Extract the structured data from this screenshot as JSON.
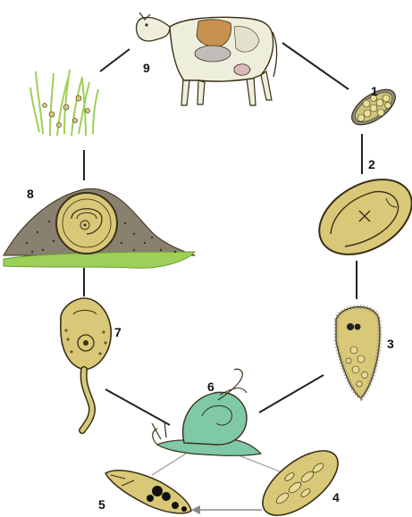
{
  "stages": [
    {
      "id": "adult-cow-host",
      "label": "9"
    },
    {
      "id": "egg",
      "label": "1"
    },
    {
      "id": "egg-with-miracidium",
      "label": "2"
    },
    {
      "id": "miracidium",
      "label": "3"
    },
    {
      "id": "snail-intermediate-host",
      "label": "6"
    },
    {
      "id": "sporocyst",
      "label": "4"
    },
    {
      "id": "redia",
      "label": "5"
    },
    {
      "id": "cercaria",
      "label": "7"
    },
    {
      "id": "metacercaria-cyst",
      "label": "8"
    },
    {
      "id": "grass-vegetation",
      "label": ""
    }
  ],
  "colors": {
    "outline": "#3a2f16",
    "larva_fill": "#d8c878",
    "larva_fill_light": "#e6d994",
    "snail_fill": "#7fc8a8",
    "ground_fill": "#8a8070",
    "grass_green": "#9ecf58",
    "cow_body": "#eeeedd",
    "cow_patch": "#c9914e",
    "udder": "#c0b8b8",
    "connector": "#222222"
  }
}
